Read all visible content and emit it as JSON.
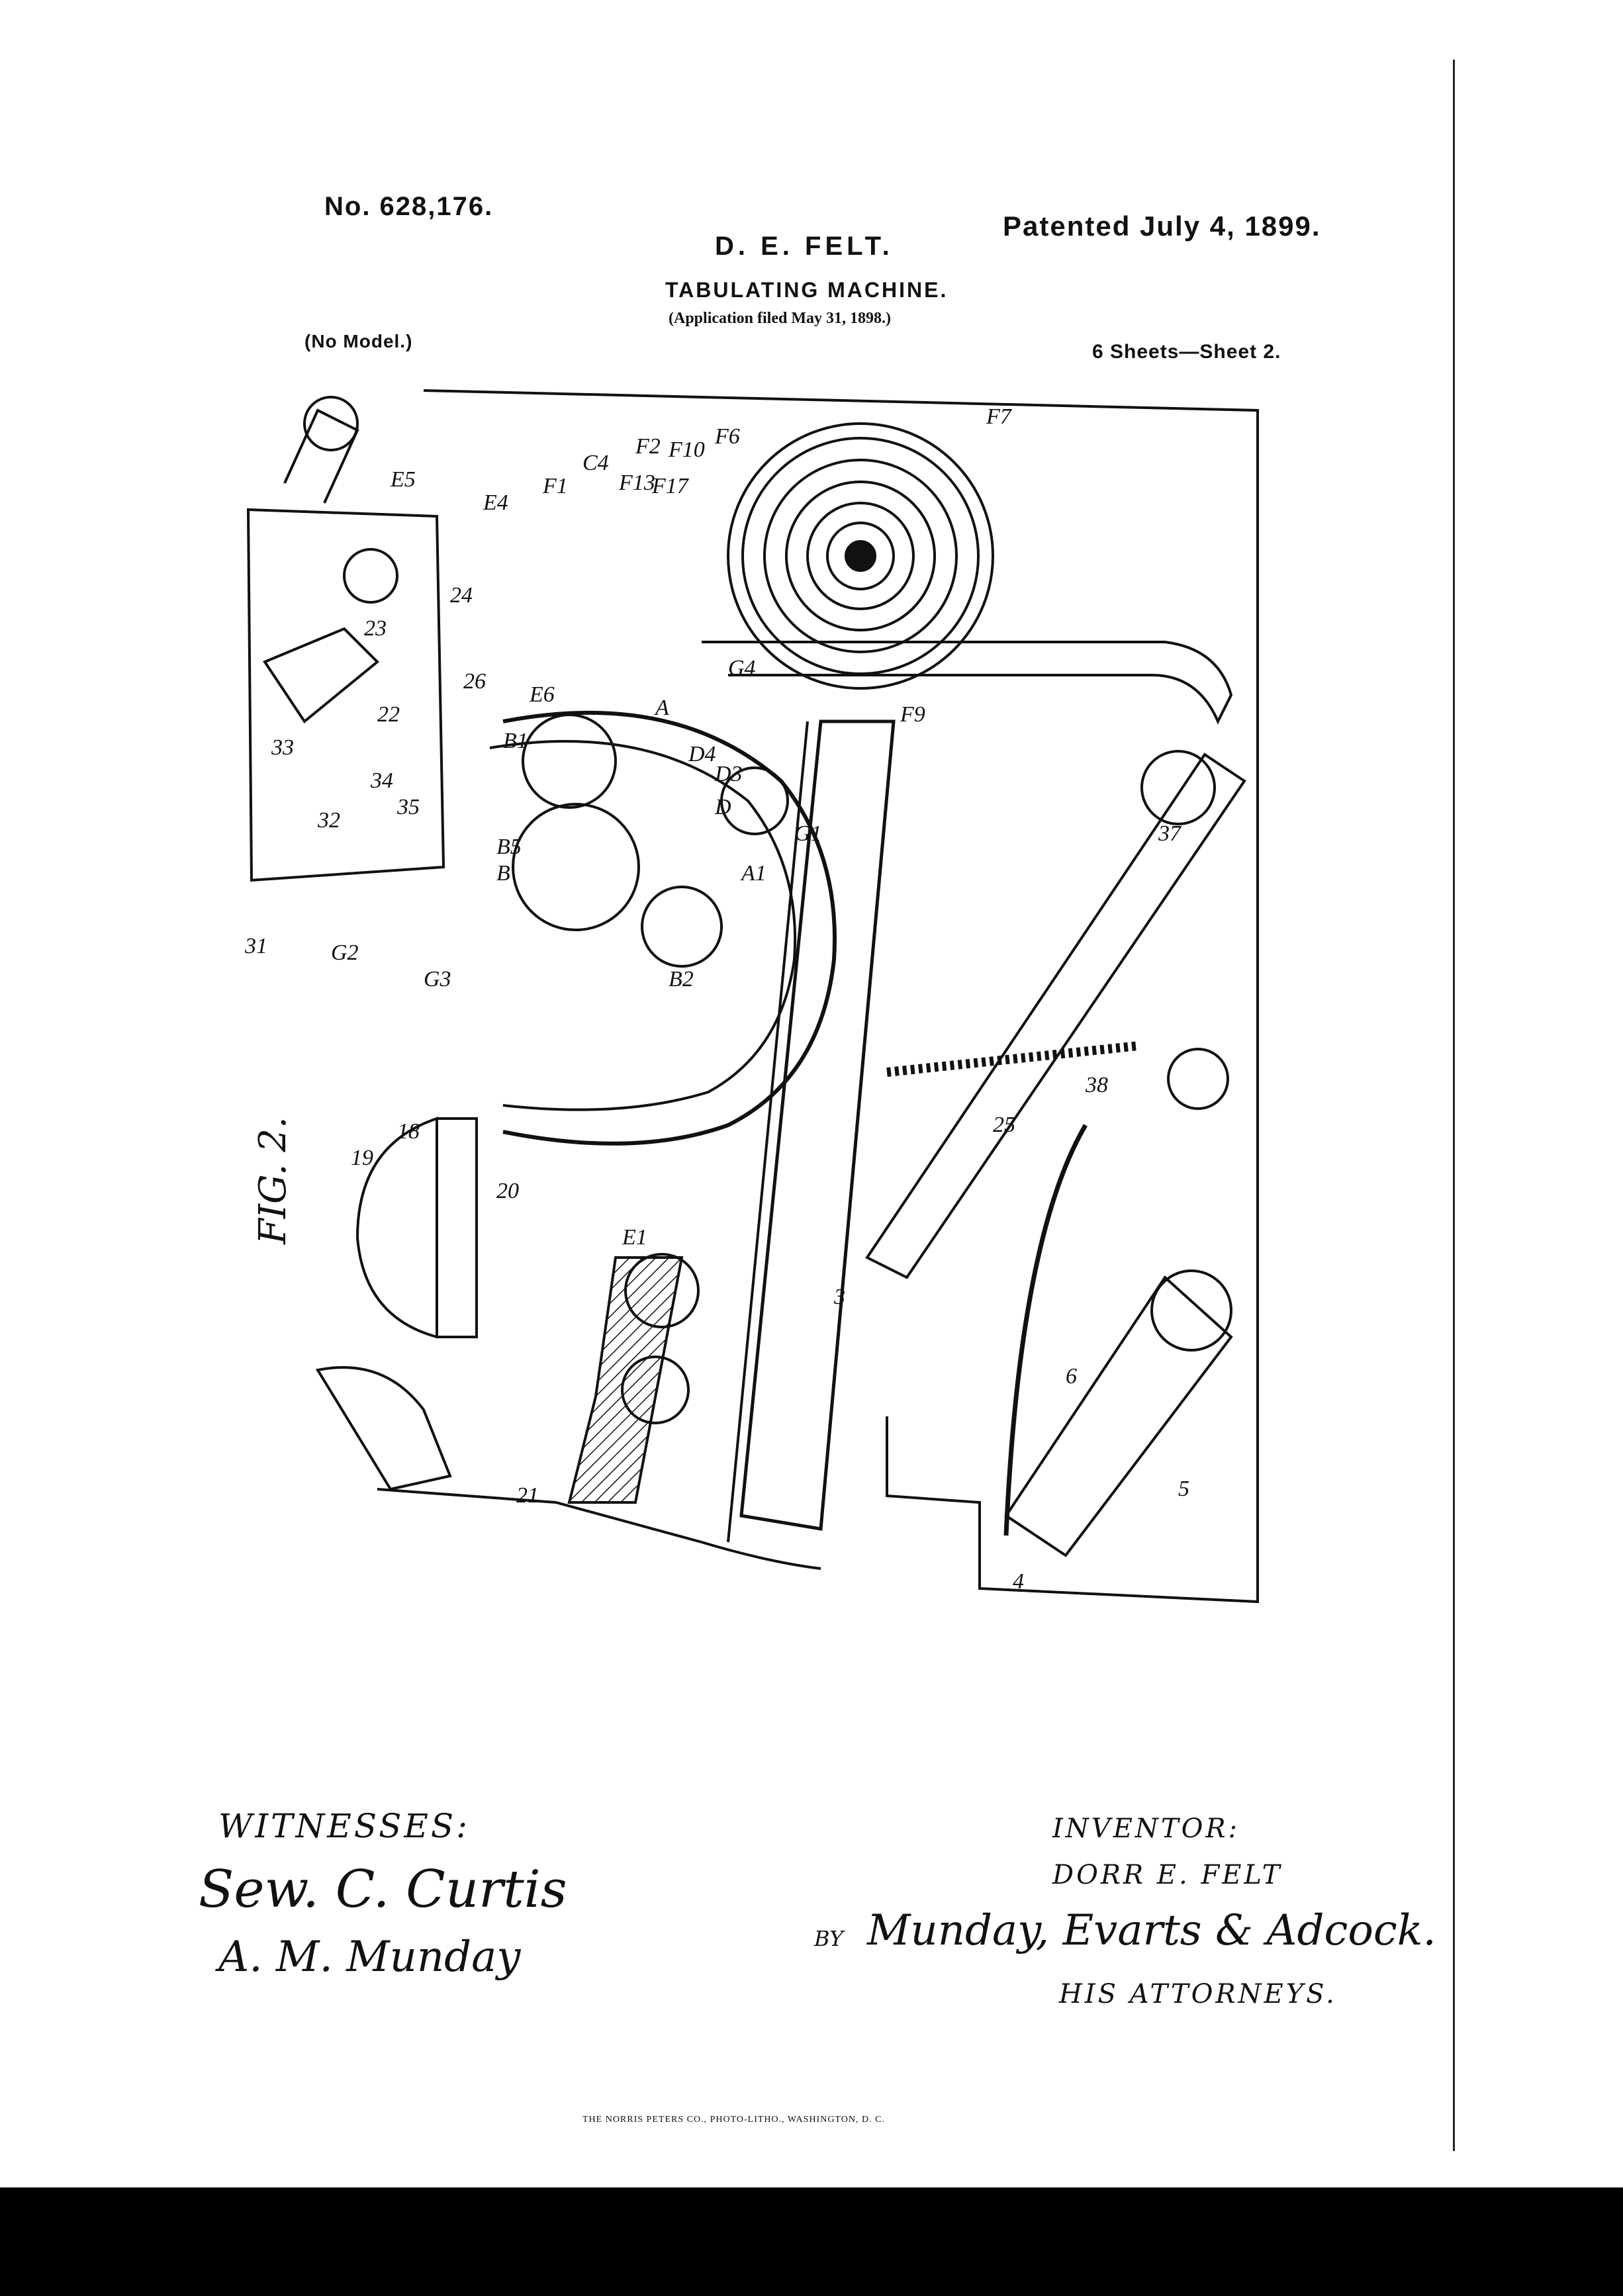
{
  "header": {
    "patent_number": "No. 628,176.",
    "patented_date": "Patented July 4, 1899.",
    "inventor_name": "D. E. FELT.",
    "title": "TABULATING MACHINE.",
    "application": "(Application filed May 31, 1898.)",
    "model": "(No Model.)",
    "sheets": "6 Sheets—Sheet 2."
  },
  "figure": {
    "label": "FIG. 2.",
    "reference_labels": [
      "E5",
      "E4",
      "F1",
      "C4",
      "F13",
      "F2",
      "F17",
      "F10",
      "F6",
      "F7",
      "24",
      "23",
      "26",
      "E6",
      "B1",
      "A",
      "G4",
      "F9",
      "22",
      "33",
      "34",
      "35",
      "32",
      "B5",
      "B",
      "D4",
      "D3",
      "D",
      "A1",
      "B2",
      "G1",
      "37",
      "31",
      "G2",
      "G3",
      "38",
      "25",
      "18",
      "19",
      "20",
      "E1",
      "3",
      "21",
      "6",
      "5",
      "4"
    ]
  },
  "signatures": {
    "witnesses_label": "WITNESSES:",
    "witness_1": "Sew. C. Curtis",
    "witness_2": "A. M. Munday",
    "inventor_label": "INVENTOR:",
    "inventor": "DORR E. FELT",
    "by_prefix": "BY",
    "attorneys_signature": "Munday, Evarts & Adcock.",
    "attorneys_label": "HIS ATTORNEYS."
  },
  "footer": {
    "printer": "THE NORRIS PETERS CO., PHOTO-LITHO., WASHINGTON, D. C."
  }
}
